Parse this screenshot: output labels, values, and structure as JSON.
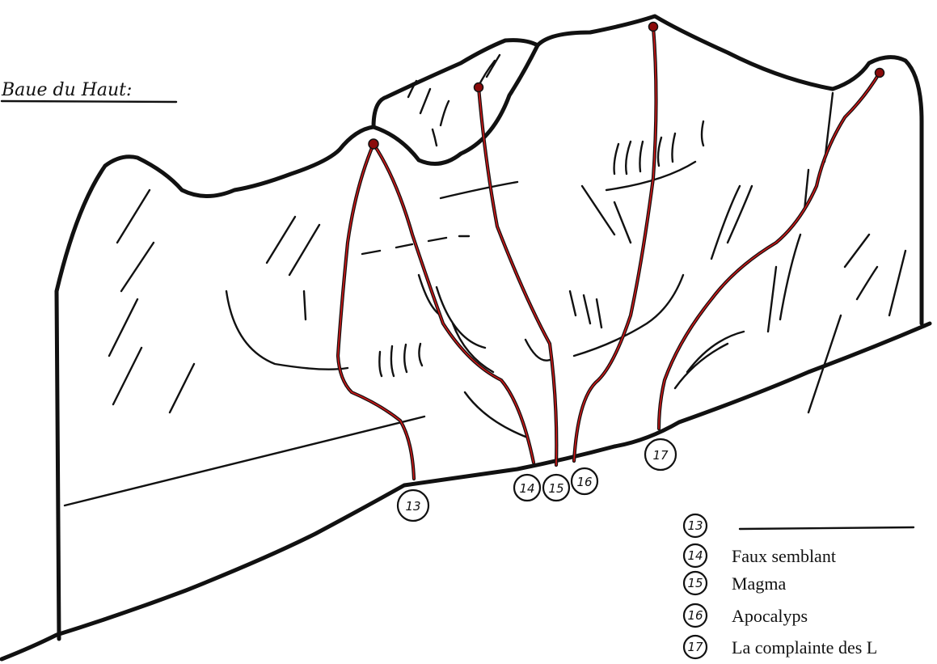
{
  "title": "Baue du Haut:",
  "routes": [
    {
      "number": "13",
      "name": ""
    },
    {
      "number": "14",
      "name": "Faux semblant"
    },
    {
      "number": "15",
      "name": "Magma"
    },
    {
      "number": "16",
      "name": "Apocalyps"
    },
    {
      "number": "17",
      "name": "La complainte des L"
    }
  ],
  "colors": {
    "route": "#d01818",
    "ink": "#111111",
    "anchor": "#8b0b0b"
  }
}
